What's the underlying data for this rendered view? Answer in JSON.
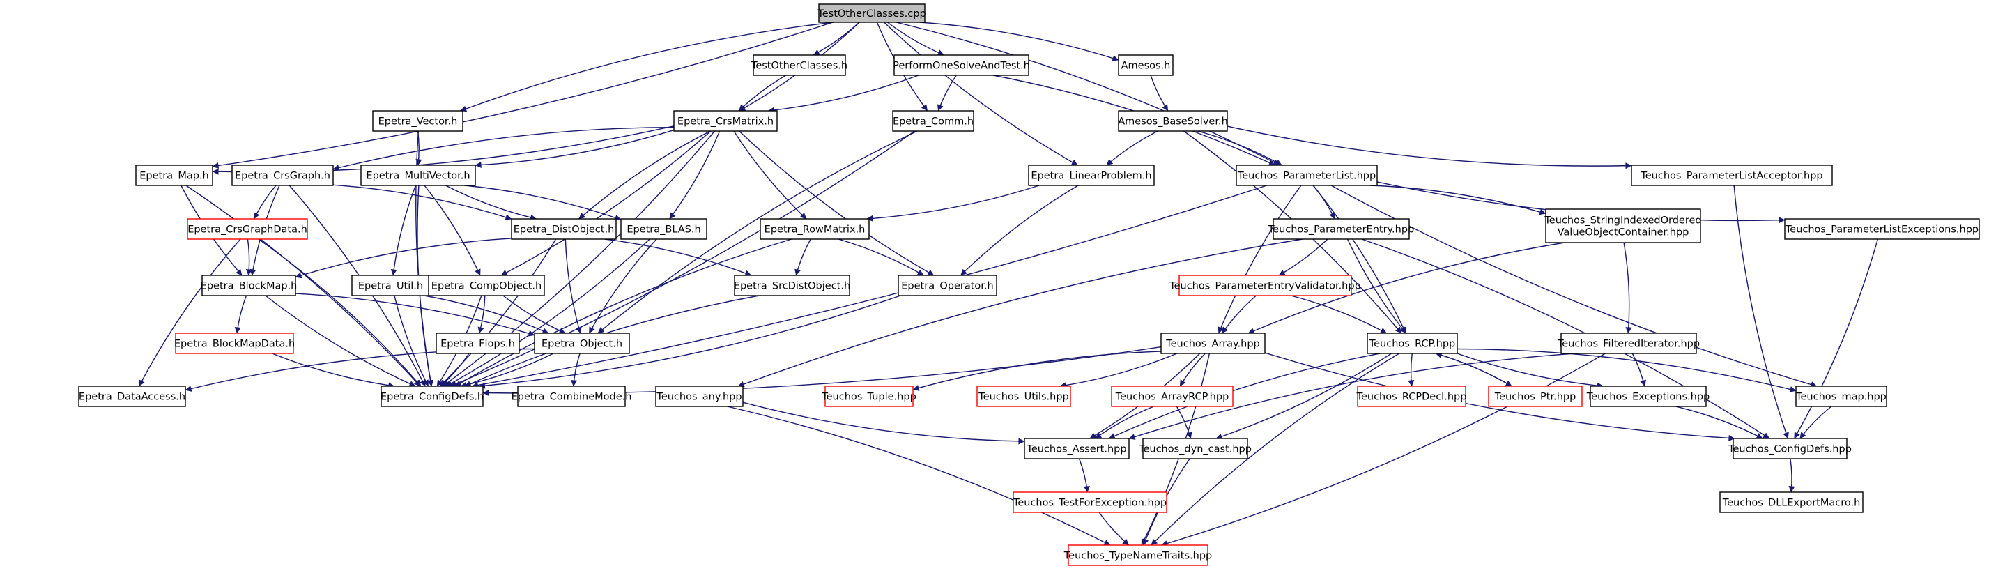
{
  "graph": {
    "colors": {
      "edge": "#191970",
      "box": "#000000",
      "red_box": "#ff0000",
      "root_fill": "#bfbfbf"
    },
    "nodes": [
      {
        "id": "n0",
        "label": "TestOtherClasses.cpp",
        "style": "root"
      },
      {
        "id": "n1",
        "label": "TestOtherClasses.h",
        "style": "normal"
      },
      {
        "id": "n2",
        "label": "PerformOneSolveAndTest.h",
        "style": "normal"
      },
      {
        "id": "n3",
        "label": "Amesos.h",
        "style": "normal"
      },
      {
        "id": "n4",
        "label": "Epetra_Vector.h",
        "style": "normal"
      },
      {
        "id": "n5",
        "label": "Epetra_CrsMatrix.h",
        "style": "normal"
      },
      {
        "id": "n6",
        "label": "Epetra_Comm.h",
        "style": "normal"
      },
      {
        "id": "n7",
        "label": "Amesos_BaseSolver.h",
        "style": "normal"
      },
      {
        "id": "n8",
        "label": "Epetra_Map.h",
        "style": "normal"
      },
      {
        "id": "n9",
        "label": "Epetra_CrsGraph.h",
        "style": "normal"
      },
      {
        "id": "n10",
        "label": "Epetra_MultiVector.h",
        "style": "normal"
      },
      {
        "id": "n11",
        "label": "Epetra_LinearProblem.h",
        "style": "normal"
      },
      {
        "id": "n12",
        "label": "Teuchos_ParameterList.hpp",
        "style": "normal"
      },
      {
        "id": "n13",
        "label": "Teuchos_ParameterListAcceptor.hpp",
        "style": "normal"
      },
      {
        "id": "n14",
        "label": "Epetra_CrsGraphData.h",
        "style": "red"
      },
      {
        "id": "n15",
        "label": "Epetra_DistObject.h",
        "style": "normal"
      },
      {
        "id": "n16",
        "label": "Epetra_BLAS.h",
        "style": "normal"
      },
      {
        "id": "n17",
        "label": "Epetra_RowMatrix.h",
        "style": "normal"
      },
      {
        "id": "n18",
        "label": "Teuchos_ParameterEntry.hpp",
        "style": "normal"
      },
      {
        "id": "n19",
        "label": "Teuchos_ParameterListExceptions.hpp",
        "style": "normal"
      },
      {
        "id": "n20",
        "label": "Teuchos_StringIndexedOrdered\nValueObjectContainer.hpp",
        "style": "normal"
      },
      {
        "id": "n21",
        "label": "Epetra_BlockMap.h",
        "style": "normal"
      },
      {
        "id": "n22",
        "label": "Epetra_Util.h",
        "style": "normal"
      },
      {
        "id": "n23",
        "label": "Epetra_CompObject.h",
        "style": "normal"
      },
      {
        "id": "n24",
        "label": "Epetra_SrcDistObject.h",
        "style": "normal"
      },
      {
        "id": "n25",
        "label": "Epetra_Operator.h",
        "style": "normal"
      },
      {
        "id": "n26",
        "label": "Teuchos_ParameterEntryValidator.hpp",
        "style": "red"
      },
      {
        "id": "n27",
        "label": "Epetra_BlockMapData.h",
        "style": "red"
      },
      {
        "id": "n28",
        "label": "Epetra_Flops.h",
        "style": "normal"
      },
      {
        "id": "n29",
        "label": "Epetra_Object.h",
        "style": "normal"
      },
      {
        "id": "n30",
        "label": "Teuchos_Array.hpp",
        "style": "normal"
      },
      {
        "id": "n31",
        "label": "Teuchos_RCP.hpp",
        "style": "normal"
      },
      {
        "id": "n32",
        "label": "Teuchos_FilteredIterator.hpp",
        "style": "normal"
      },
      {
        "id": "n33",
        "label": "Epetra_DataAccess.h",
        "style": "normal"
      },
      {
        "id": "n34",
        "label": "Epetra_ConfigDefs.h",
        "style": "normal"
      },
      {
        "id": "n35",
        "label": "Epetra_CombineMode.h",
        "style": "normal"
      },
      {
        "id": "n36",
        "label": "Teuchos_any.hpp",
        "style": "normal"
      },
      {
        "id": "n37",
        "label": "Teuchos_Tuple.hpp",
        "style": "red"
      },
      {
        "id": "n38",
        "label": "Teuchos_Utils.hpp",
        "style": "red"
      },
      {
        "id": "n39",
        "label": "Teuchos_ArrayRCP.hpp",
        "style": "red"
      },
      {
        "id": "n40",
        "label": "Teuchos_RCPDecl.hpp",
        "style": "red"
      },
      {
        "id": "n41",
        "label": "Teuchos_Ptr.hpp",
        "style": "red"
      },
      {
        "id": "n42",
        "label": "Teuchos_Exceptions.hpp",
        "style": "normal"
      },
      {
        "id": "n43",
        "label": "Teuchos_map.hpp",
        "style": "normal"
      },
      {
        "id": "n44",
        "label": "Teuchos_Assert.hpp",
        "style": "normal"
      },
      {
        "id": "n45",
        "label": "Teuchos_dyn_cast.hpp",
        "style": "normal"
      },
      {
        "id": "n46",
        "label": "Teuchos_ConfigDefs.hpp",
        "style": "normal"
      },
      {
        "id": "n47",
        "label": "Teuchos_TestForException.hpp",
        "style": "red"
      },
      {
        "id": "n48",
        "label": "Teuchos_DLLExportMacro.h",
        "style": "normal"
      },
      {
        "id": "n49",
        "label": "Teuchos_TypeNameTraits.hpp",
        "style": "red"
      }
    ],
    "edges": [
      [
        "n0",
        "n1"
      ],
      [
        "n0",
        "n2"
      ],
      [
        "n0",
        "n3"
      ],
      [
        "n0",
        "n4"
      ],
      [
        "n0",
        "n5"
      ],
      [
        "n0",
        "n6"
      ],
      [
        "n0",
        "n8"
      ],
      [
        "n0",
        "n11"
      ],
      [
        "n0",
        "n12"
      ],
      [
        "n1",
        "n5"
      ],
      [
        "n2",
        "n5"
      ],
      [
        "n2",
        "n6"
      ],
      [
        "n2",
        "n12"
      ],
      [
        "n3",
        "n7"
      ],
      [
        "n4",
        "n10"
      ],
      [
        "n4",
        "n34"
      ],
      [
        "n5",
        "n8"
      ],
      [
        "n5",
        "n9"
      ],
      [
        "n5",
        "n10"
      ],
      [
        "n5",
        "n15"
      ],
      [
        "n5",
        "n16"
      ],
      [
        "n5",
        "n17"
      ],
      [
        "n5",
        "n23"
      ],
      [
        "n5",
        "n25"
      ],
      [
        "n5",
        "n34"
      ],
      [
        "n6",
        "n29"
      ],
      [
        "n6",
        "n34"
      ],
      [
        "n7",
        "n11"
      ],
      [
        "n7",
        "n12"
      ],
      [
        "n7",
        "n13"
      ],
      [
        "n7",
        "n31"
      ],
      [
        "n8",
        "n21"
      ],
      [
        "n8",
        "n34"
      ],
      [
        "n9",
        "n14"
      ],
      [
        "n9",
        "n15"
      ],
      [
        "n9",
        "n21"
      ],
      [
        "n9",
        "n34"
      ],
      [
        "n10",
        "n15"
      ],
      [
        "n10",
        "n16"
      ],
      [
        "n10",
        "n22"
      ],
      [
        "n10",
        "n23"
      ],
      [
        "n10",
        "n34"
      ],
      [
        "n11",
        "n17"
      ],
      [
        "n11",
        "n25"
      ],
      [
        "n12",
        "n18"
      ],
      [
        "n12",
        "n19"
      ],
      [
        "n12",
        "n20"
      ],
      [
        "n12",
        "n30"
      ],
      [
        "n12",
        "n31"
      ],
      [
        "n12",
        "n43"
      ],
      [
        "n12",
        "n34"
      ],
      [
        "n13",
        "n46"
      ],
      [
        "n14",
        "n21"
      ],
      [
        "n14",
        "n33"
      ],
      [
        "n14",
        "n34"
      ],
      [
        "n15",
        "n21"
      ],
      [
        "n15",
        "n24"
      ],
      [
        "n15",
        "n29"
      ],
      [
        "n15",
        "n34"
      ],
      [
        "n16",
        "n29"
      ],
      [
        "n16",
        "n34"
      ],
      [
        "n17",
        "n24"
      ],
      [
        "n17",
        "n25"
      ],
      [
        "n17",
        "n34"
      ],
      [
        "n18",
        "n26"
      ],
      [
        "n18",
        "n31"
      ],
      [
        "n18",
        "n46"
      ],
      [
        "n18",
        "n36"
      ],
      [
        "n19",
        "n46"
      ],
      [
        "n20",
        "n30"
      ],
      [
        "n20",
        "n32"
      ],
      [
        "n21",
        "n27"
      ],
      [
        "n21",
        "n29"
      ],
      [
        "n21",
        "n34"
      ],
      [
        "n22",
        "n29"
      ],
      [
        "n22",
        "n34"
      ],
      [
        "n23",
        "n28"
      ],
      [
        "n23",
        "n29"
      ],
      [
        "n23",
        "n34"
      ],
      [
        "n24",
        "n34"
      ],
      [
        "n25",
        "n34"
      ],
      [
        "n26",
        "n30"
      ],
      [
        "n26",
        "n31"
      ],
      [
        "n27",
        "n34"
      ],
      [
        "n28",
        "n34"
      ],
      [
        "n29",
        "n33"
      ],
      [
        "n29",
        "n34"
      ],
      [
        "n29",
        "n35"
      ],
      [
        "n30",
        "n34"
      ],
      [
        "n30",
        "n37"
      ],
      [
        "n30",
        "n38"
      ],
      [
        "n30",
        "n39"
      ],
      [
        "n30",
        "n44"
      ],
      [
        "n30",
        "n46"
      ],
      [
        "n30",
        "n49"
      ],
      [
        "n31",
        "n40"
      ],
      [
        "n31",
        "n41"
      ],
      [
        "n31",
        "n42"
      ],
      [
        "n31",
        "n43"
      ],
      [
        "n31",
        "n44"
      ],
      [
        "n31",
        "n45"
      ],
      [
        "n31",
        "n49"
      ],
      [
        "n32",
        "n42"
      ],
      [
        "n32",
        "n44"
      ],
      [
        "n32",
        "n49"
      ],
      [
        "n36",
        "n44"
      ],
      [
        "n36",
        "n49"
      ],
      [
        "n39",
        "n44"
      ],
      [
        "n39",
        "n45"
      ],
      [
        "n41",
        "n31"
      ],
      [
        "n42",
        "n46"
      ],
      [
        "n43",
        "n46"
      ],
      [
        "n44",
        "n47"
      ],
      [
        "n45",
        "n49"
      ],
      [
        "n46",
        "n48"
      ],
      [
        "n47",
        "n49"
      ]
    ]
  }
}
